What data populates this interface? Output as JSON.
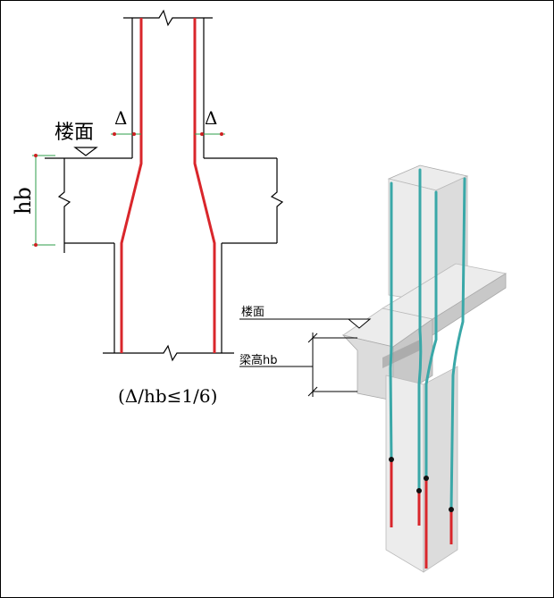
{
  "colors": {
    "rebar_red": "#d9262b",
    "rebar_teal": "#3aa8a8",
    "dim_green": "#2e9e4a",
    "dim_dot": "#cc2222",
    "line": "#000000",
    "col_face_light": "#ececec",
    "col_face_mid": "#dcdcdc",
    "col_face_dark": "#c8c8c8",
    "node": "#111111"
  },
  "left_diagram": {
    "floor_label": "楼面",
    "delta_left": "Δ",
    "delta_right": "Δ",
    "hb_label": "hb",
    "condition": "(Δ/hb≤1/6)"
  },
  "right_diagram": {
    "floor_label": "楼面",
    "beam_height_label": "梁高hb"
  }
}
